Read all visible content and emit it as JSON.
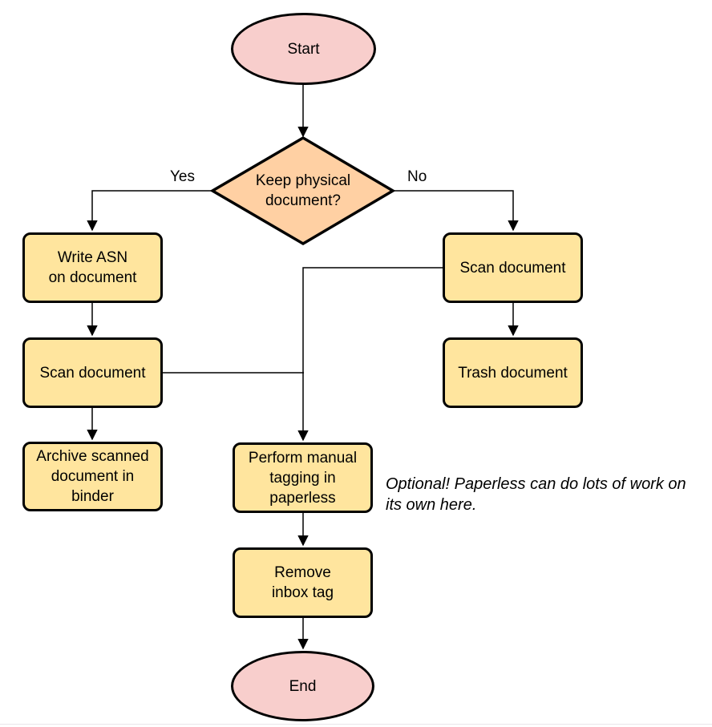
{
  "colors": {
    "terminator_fill": "#f8cecc",
    "decision_fill": "#ffd0a3",
    "process_fill": "#ffe59e",
    "stroke": "#000000",
    "text": "#000000",
    "bottom_rule": "#e9e5e9"
  },
  "nodes": {
    "start": {
      "label": "Start",
      "type": "terminator"
    },
    "decision": {
      "label": "Keep physical\ndocument?",
      "type": "decision"
    },
    "write_asn": {
      "label": "Write ASN\non document",
      "type": "process"
    },
    "scan_left": {
      "label": "Scan document",
      "type": "process"
    },
    "archive": {
      "label": "Archive scanned\ndocument in\nbinder",
      "type": "process"
    },
    "scan_right": {
      "label": "Scan document",
      "type": "process"
    },
    "trash": {
      "label": "Trash document",
      "type": "process"
    },
    "tagging": {
      "label": "Perform manual\ntagging in\npaperless",
      "type": "process"
    },
    "remove_inbox": {
      "label": "Remove\ninbox tag",
      "type": "process"
    },
    "end": {
      "label": "End",
      "type": "terminator"
    }
  },
  "branch_labels": {
    "yes": "Yes",
    "no": "No"
  },
  "note": "Optional! Paperless can do lots of work on\nits own here."
}
